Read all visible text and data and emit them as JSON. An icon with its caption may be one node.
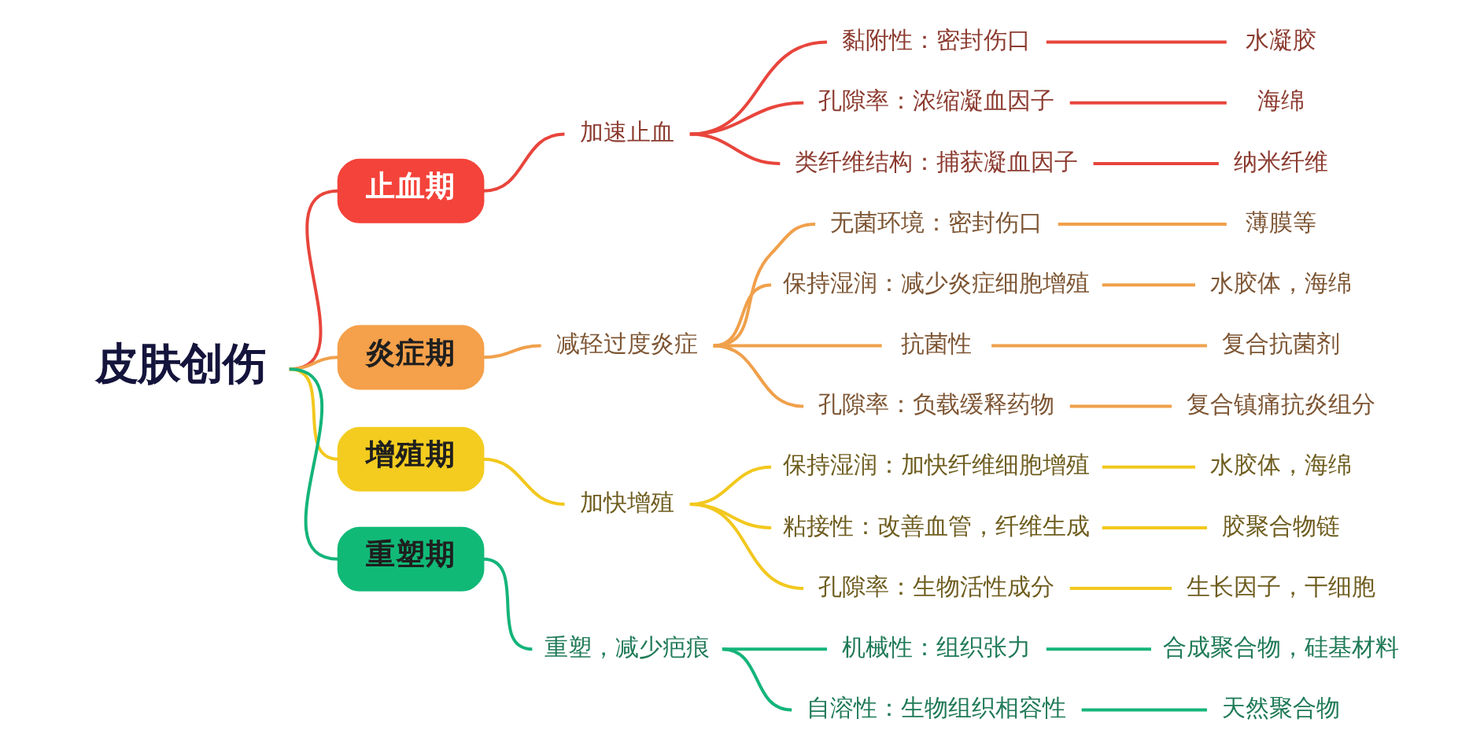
{
  "diagram": {
    "nodes": [
      {
        "text": [
          "皮肤创伤"
        ]
      },
      {
        "text": [
          "止血期"
        ]
      },
      {
        "text": [
          "加速止血"
        ]
      },
      {
        "text": [
          "黏附性：密封伤口"
        ]
      },
      {
        "text": [
          "水凝胶"
        ]
      },
      {
        "text": [
          "孔隙率：浓缩凝血因子"
        ]
      },
      {
        "text": [
          "海绵"
        ]
      },
      {
        "text": [
          "类纤维结构：捕获凝血因子"
        ]
      },
      {
        "text": [
          "纳米纤维"
        ]
      },
      {
        "text": [
          "炎症期"
        ]
      },
      {
        "text": [
          "减轻过度炎症"
        ]
      },
      {
        "text": [
          "无菌环境：密封伤口"
        ]
      },
      {
        "text": [
          "薄膜等"
        ]
      },
      {
        "text": [
          "保持湿润：减少炎症细胞增殖"
        ]
      },
      {
        "text": [
          "水胶体，海绵"
        ]
      },
      {
        "text": [
          "抗菌性"
        ]
      },
      {
        "text": [
          "复合抗菌剂"
        ]
      },
      {
        "text": [
          "孔隙率：负载缓释药物"
        ]
      },
      {
        "text": [
          "复合镇痛抗炎组分"
        ]
      },
      {
        "text": [
          "增殖期"
        ]
      },
      {
        "text": [
          "加快增殖"
        ]
      },
      {
        "text": [
          "保持湿润：加快纤维细胞增殖"
        ]
      },
      {
        "text": [
          "水胶体，海绵"
        ]
      },
      {
        "text": [
          "粘接性：改善血管，纤维生成"
        ]
      },
      {
        "text": [
          "胶聚合物链"
        ]
      },
      {
        "text": [
          "孔隙率：生物活性成分"
        ]
      },
      {
        "text": [
          "生长因子，干细胞"
        ]
      },
      {
        "text": [
          "重塑期"
        ]
      },
      {
        "text": [
          "重塑，减少疤痕"
        ]
      },
      {
        "text": [
          "机械性：组织张力"
        ]
      },
      {
        "text": [
          "合成聚合物，硅基材料"
        ]
      },
      {
        "text": [
          "自溶性：生物组织相容性"
        ]
      },
      {
        "text": [
          "天然聚合物"
        ]
      }
    ],
    "edges": [
      {
        "from": 0,
        "to": 1,
        "arrow": "none",
        "color": "#e8453c"
      },
      {
        "from": 1,
        "to": 2,
        "arrow": "none",
        "color": "#e8453c"
      },
      {
        "from": 2,
        "to": 3,
        "arrow": "none",
        "color": "#e8453c"
      },
      {
        "from": 3,
        "to": 4,
        "arrow": "none",
        "color": "#e8453c"
      },
      {
        "from": 2,
        "to": 5,
        "arrow": "none",
        "color": "#e8453c"
      },
      {
        "from": 5,
        "to": 6,
        "arrow": "none",
        "color": "#e8453c"
      },
      {
        "from": 2,
        "to": 7,
        "arrow": "none",
        "color": "#e8453c"
      },
      {
        "from": 7,
        "to": 8,
        "arrow": "none",
        "color": "#e8453c"
      },
      {
        "from": 0,
        "to": 9,
        "arrow": "none",
        "color": "#f0a04b"
      },
      {
        "from": 9,
        "to": 10,
        "arrow": "none",
        "color": "#f0a04b"
      },
      {
        "from": 10,
        "to": 11,
        "arrow": "none",
        "color": "#f0a04b"
      },
      {
        "from": 11,
        "to": 12,
        "arrow": "none",
        "color": "#f0a04b"
      },
      {
        "from": 10,
        "to": 13,
        "arrow": "none",
        "color": "#f0a04b"
      },
      {
        "from": 13,
        "to": 14,
        "arrow": "none",
        "color": "#f0a04b"
      },
      {
        "from": 10,
        "to": 15,
        "arrow": "none",
        "color": "#f0a04b"
      },
      {
        "from": 15,
        "to": 16,
        "arrow": "none",
        "color": "#f0a04b"
      },
      {
        "from": 10,
        "to": 17,
        "arrow": "none",
        "color": "#f0a04b"
      },
      {
        "from": 17,
        "to": 18,
        "arrow": "none",
        "color": "#f0a04b"
      },
      {
        "from": 0,
        "to": 19,
        "arrow": "none",
        "color": "#f2c81e"
      },
      {
        "from": 19,
        "to": 20,
        "arrow": "none",
        "color": "#f2c81e"
      },
      {
        "from": 20,
        "to": 21,
        "arrow": "none",
        "color": "#f2c81e"
      },
      {
        "from": 21,
        "to": 22,
        "arrow": "none",
        "color": "#f2c81e"
      },
      {
        "from": 20,
        "to": 23,
        "arrow": "none",
        "color": "#f2c81e"
      },
      {
        "from": 23,
        "to": 24,
        "arrow": "none",
        "color": "#f2c81e"
      },
      {
        "from": 20,
        "to": 25,
        "arrow": "none",
        "color": "#f2c81e"
      },
      {
        "from": 25,
        "to": 26,
        "arrow": "none",
        "color": "#f2c81e"
      },
      {
        "from": 0,
        "to": 27,
        "arrow": "none",
        "color": "#14b47a"
      },
      {
        "from": 27,
        "to": 28,
        "arrow": "none",
        "color": "#14b47a"
      },
      {
        "from": 28,
        "to": 29,
        "arrow": "none",
        "color": "#14b47a"
      },
      {
        "from": 29,
        "to": 30,
        "arrow": "none",
        "color": "#14b47a"
      },
      {
        "from": 28,
        "to": 31,
        "arrow": "none",
        "color": "#14b47a"
      },
      {
        "from": 31,
        "to": 32,
        "arrow": "none",
        "color": "#14b47a"
      }
    ]
  }
}
